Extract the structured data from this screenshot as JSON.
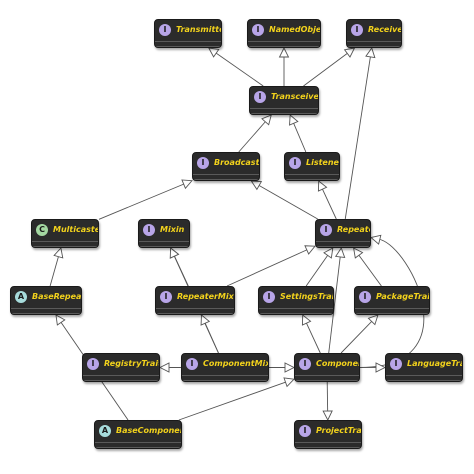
{
  "colors": {
    "node_fill": "#2b2b2b",
    "node_text": "#f2d21c",
    "interface_badge": "#b8a5e8",
    "class_badge": "#a4d8a2",
    "abstract_badge": "#a7dcdc",
    "edge": "#555555"
  },
  "nodes": [
    {
      "id": "transmitter",
      "label": "Transmitter",
      "kind": "I"
    },
    {
      "id": "namedobject",
      "label": "NamedObject",
      "kind": "I"
    },
    {
      "id": "receiver",
      "label": "Receiver",
      "kind": "I"
    },
    {
      "id": "transceiver",
      "label": "Transceiver",
      "kind": "I"
    },
    {
      "id": "broadcaster",
      "label": "Broadcaster",
      "kind": "I"
    },
    {
      "id": "listener",
      "label": "Listener",
      "kind": "I"
    },
    {
      "id": "multicaster",
      "label": "Multicaster",
      "kind": "C"
    },
    {
      "id": "mixin",
      "label": "Mixin",
      "kind": "I"
    },
    {
      "id": "repeater",
      "label": "Repeater",
      "kind": "I"
    },
    {
      "id": "baserepeater",
      "label": "BaseRepeater",
      "kind": "A"
    },
    {
      "id": "repeatermixin",
      "label": "RepeaterMixin",
      "kind": "I"
    },
    {
      "id": "settingstrait",
      "label": "SettingsTrait",
      "kind": "I"
    },
    {
      "id": "packagetrait",
      "label": "PackageTrait",
      "kind": "I"
    },
    {
      "id": "registrytrait",
      "label": "RegistryTrait",
      "kind": "I"
    },
    {
      "id": "componentmixin",
      "label": "ComponentMixin",
      "kind": "I"
    },
    {
      "id": "component",
      "label": "Component",
      "kind": "I"
    },
    {
      "id": "languagetrait",
      "label": "LanguageTrait",
      "kind": "I"
    },
    {
      "id": "basecomponent",
      "label": "BaseComponent",
      "kind": "A"
    },
    {
      "id": "projecttrait",
      "label": "ProjectTrait",
      "kind": "I"
    }
  ],
  "edges": [
    {
      "from": "transceiver",
      "to": "transmitter",
      "style": "inherit"
    },
    {
      "from": "transceiver",
      "to": "namedobject",
      "style": "inherit"
    },
    {
      "from": "transceiver",
      "to": "receiver",
      "style": "inherit"
    },
    {
      "from": "broadcaster",
      "to": "transceiver",
      "style": "inherit"
    },
    {
      "from": "listener",
      "to": "transceiver",
      "style": "inherit"
    },
    {
      "from": "repeater",
      "to": "receiver",
      "style": "inherit"
    },
    {
      "from": "repeater",
      "to": "broadcaster",
      "style": "inherit"
    },
    {
      "from": "repeater",
      "to": "listener",
      "style": "inherit"
    },
    {
      "from": "multicaster",
      "to": "broadcaster",
      "style": "inherit"
    },
    {
      "from": "baserepeater",
      "to": "multicaster",
      "style": "inherit"
    },
    {
      "from": "repeatermixin",
      "to": "mixin",
      "style": "inherit"
    },
    {
      "from": "repeatermixin",
      "to": "repeater",
      "style": "inherit"
    },
    {
      "from": "settingstrait",
      "to": "repeater",
      "style": "inherit"
    },
    {
      "from": "packagetrait",
      "to": "repeater",
      "style": "inherit"
    },
    {
      "from": "component",
      "to": "repeater",
      "style": "inherit"
    },
    {
      "from": "component",
      "to": "repeater",
      "style": "inherit-curve"
    },
    {
      "from": "component",
      "to": "settingstrait",
      "style": "inherit"
    },
    {
      "from": "component",
      "to": "packagetrait",
      "style": "inherit"
    },
    {
      "from": "component",
      "to": "registrytrait",
      "style": "inherit"
    },
    {
      "from": "component",
      "to": "languagetrait",
      "style": "inherit"
    },
    {
      "from": "component",
      "to": "projecttrait",
      "style": "inherit"
    },
    {
      "from": "componentmixin",
      "to": "component",
      "style": "inherit"
    },
    {
      "from": "componentmixin",
      "to": "repeatermixin",
      "style": "inherit"
    },
    {
      "from": "componentmixin",
      "to": "mixin",
      "style": "inherit"
    },
    {
      "from": "basecomponent",
      "to": "component",
      "style": "inherit"
    },
    {
      "from": "basecomponent",
      "to": "baserepeater",
      "style": "inherit"
    }
  ]
}
